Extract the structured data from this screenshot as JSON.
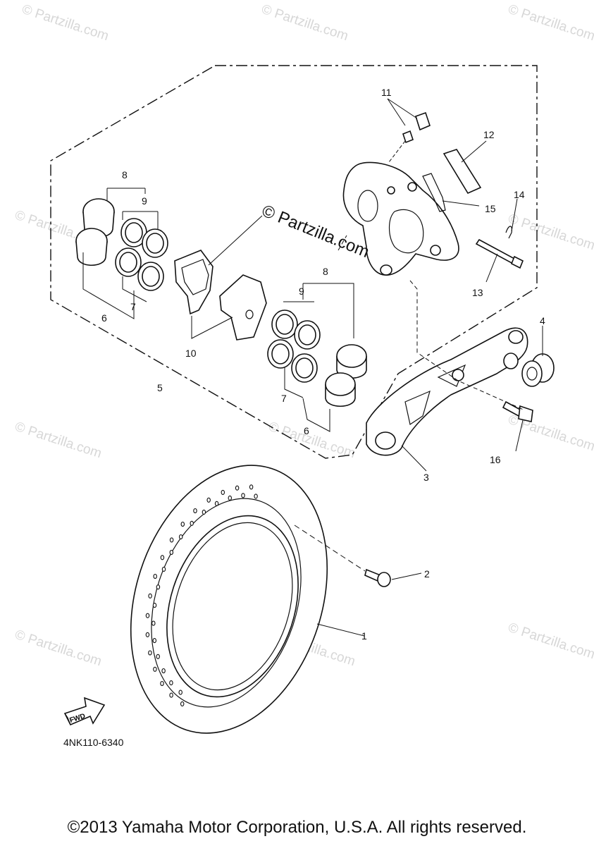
{
  "diagram": {
    "drawing_code": "4NK110-6340",
    "fwd_label": "FWD",
    "watermark": "© Partzilla.com",
    "copyright": "©2013 Yamaha Motor Corporation, U.S.A. All rights reserved.",
    "part_callouts": [
      "1",
      "2",
      "3",
      "4",
      "5",
      "6",
      "6",
      "7",
      "7",
      "8",
      "8",
      "9",
      "9",
      "10",
      "11",
      "12",
      "13",
      "14",
      "15",
      "16"
    ]
  }
}
